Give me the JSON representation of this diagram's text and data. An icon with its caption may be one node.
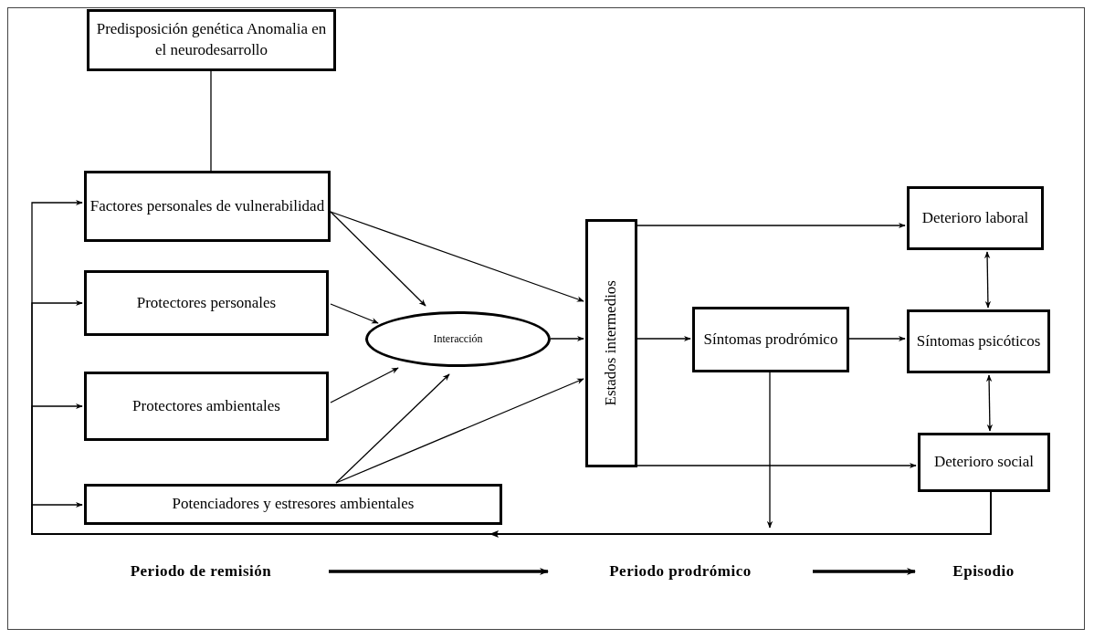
{
  "diagram": {
    "nodes": [
      {
        "text": [
          "Predisposición genética Anomalia en el neurodesarrollo"
        ]
      },
      {
        "text": [
          "Factores personales de vulnerabilidad"
        ]
      },
      {
        "text": [
          "Protectores personales"
        ]
      },
      {
        "text": [
          "Protectores ambientales"
        ]
      },
      {
        "text": [
          "Potenciadores y estresores ambientales"
        ]
      },
      {
        "text": [
          "Interacción"
        ]
      },
      {
        "text": [
          "Estados intermedios"
        ]
      },
      {
        "text": [
          "Síntomas prodrómico"
        ]
      },
      {
        "text": [
          "Deterioro laboral"
        ]
      },
      {
        "text": [
          "Síntomas psicóticos"
        ]
      },
      {
        "text": [
          "Deterioro social"
        ]
      },
      {
        "text": [
          "Periodo de remisión"
        ]
      },
      {
        "text": [
          "Periodo prodrómico"
        ]
      },
      {
        "text": [
          "Episodio"
        ]
      }
    ],
    "edges": [
      {
        "from": 0,
        "to": 1,
        "arrow": "none"
      },
      {
        "from": 1,
        "to": 5,
        "arrow": "to"
      },
      {
        "from": 1,
        "to": 6,
        "arrow": "to"
      },
      {
        "from": 2,
        "to": 5,
        "arrow": "to"
      },
      {
        "from": 3,
        "to": 5,
        "arrow": "to"
      },
      {
        "from": 4,
        "to": 5,
        "arrow": "to"
      },
      {
        "from": 4,
        "to": 6,
        "arrow": "to"
      },
      {
        "from": 5,
        "to": 6,
        "arrow": "to"
      },
      {
        "from": 6,
        "to": 8,
        "arrow": "to"
      },
      {
        "from": 6,
        "to": 7,
        "arrow": "to"
      },
      {
        "from": 6,
        "to": 10,
        "arrow": "to"
      },
      {
        "from": 7,
        "to": 9,
        "arrow": "to"
      },
      {
        "from": 8,
        "to": 9,
        "arrow": "both"
      },
      {
        "from": 9,
        "to": 10,
        "arrow": "both"
      },
      {
        "from": 7,
        "to": null,
        "arrow": "to"
      },
      {
        "from": 10,
        "to": 1,
        "arrow": "to"
      },
      {
        "from": 10,
        "to": 2,
        "arrow": "to"
      },
      {
        "from": 10,
        "to": 3,
        "arrow": "to"
      },
      {
        "from": 10,
        "to": 4,
        "arrow": "to"
      },
      {
        "from": 11,
        "to": 12,
        "arrow": "to",
        "style": "thick"
      },
      {
        "from": 12,
        "to": 13,
        "arrow": "to",
        "style": "thick"
      }
    ]
  }
}
